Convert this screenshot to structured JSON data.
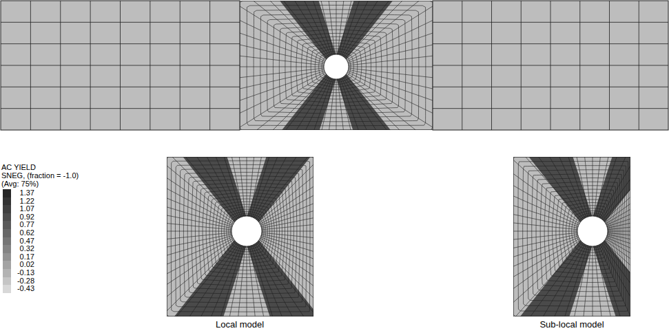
{
  "diagram": {
    "labels": [
      "AC YIELD",
      "SNEG, (fraction = -1.0)",
      "(Avg: 75%)",
      "Local model",
      "Sub-local model"
    ],
    "legend": [
      {
        "text": "1.37",
        "color": "#262626"
      },
      {
        "text": "1.22",
        "color": "#333333"
      },
      {
        "text": "1.07",
        "color": "#404040"
      },
      {
        "text": "0.92",
        "color": "#4d4d4d"
      },
      {
        "text": "0.77",
        "color": "#5a5a5a"
      },
      {
        "text": "0.62",
        "color": "#686868"
      },
      {
        "text": "0.47",
        "color": "#767676"
      },
      {
        "text": "0.32",
        "color": "#848484"
      },
      {
        "text": "0.17",
        "color": "#939393"
      },
      {
        "text": "0.02",
        "color": "#a3a3a3"
      },
      {
        "text": "-0.13",
        "color": "#b3b3b3"
      },
      {
        "text": "-0.28",
        "color": "#c5c5c5"
      },
      {
        "text": "-0.43",
        "color": "#d8d8d8"
      }
    ]
  }
}
